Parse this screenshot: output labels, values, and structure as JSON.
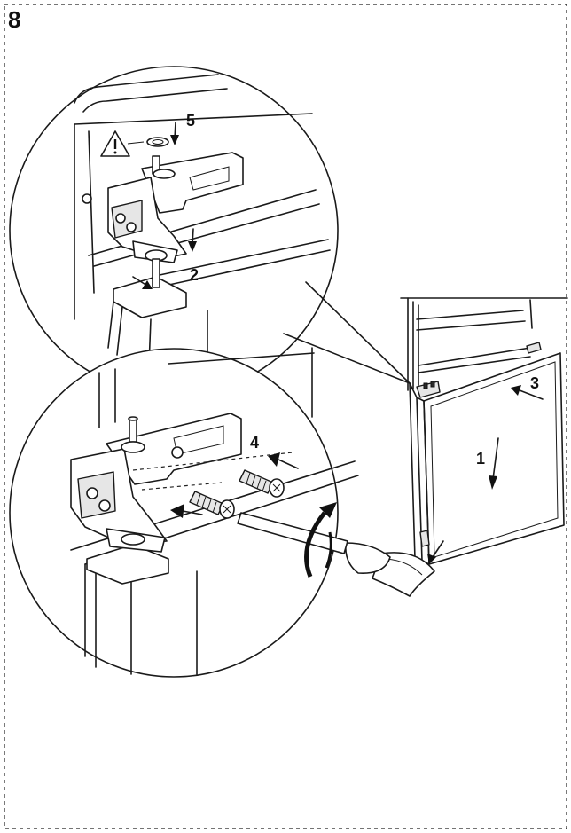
{
  "step": {
    "number": "8"
  },
  "callouts": {
    "c1": "1",
    "c2": "2",
    "c3": "3",
    "c4": "4",
    "c5": "5"
  },
  "colors": {
    "line": "#1a1a1a",
    "paper": "#ffffff",
    "shade": "#e6e6e6"
  },
  "icons": [
    "warning-triangle-icon",
    "rotate-arrow-icon"
  ]
}
